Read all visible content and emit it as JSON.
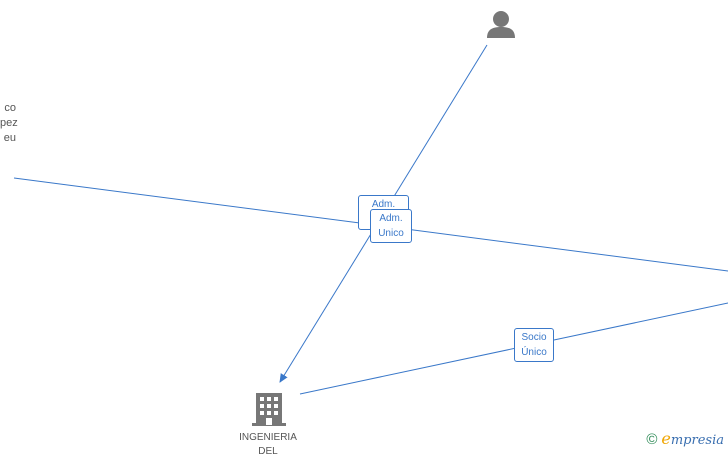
{
  "nodes": {
    "person_left": {
      "label_lines": [
        "co",
        "pez",
        "eu"
      ]
    },
    "company": {
      "label_lines": [
        "INGENIERIA",
        "DEL"
      ]
    }
  },
  "edges": [
    {
      "label_lines": [
        "Adm.",
        "U"
      ]
    },
    {
      "label_lines": [
        "Adm.",
        "Unico"
      ]
    },
    {
      "label_lines": [
        "Socio",
        "Único"
      ]
    }
  ],
  "brand": {
    "copyright": "©",
    "initial": "e",
    "name": "mpresia"
  },
  "colors": {
    "edge": "#3a78c9",
    "icon": "#777777"
  }
}
